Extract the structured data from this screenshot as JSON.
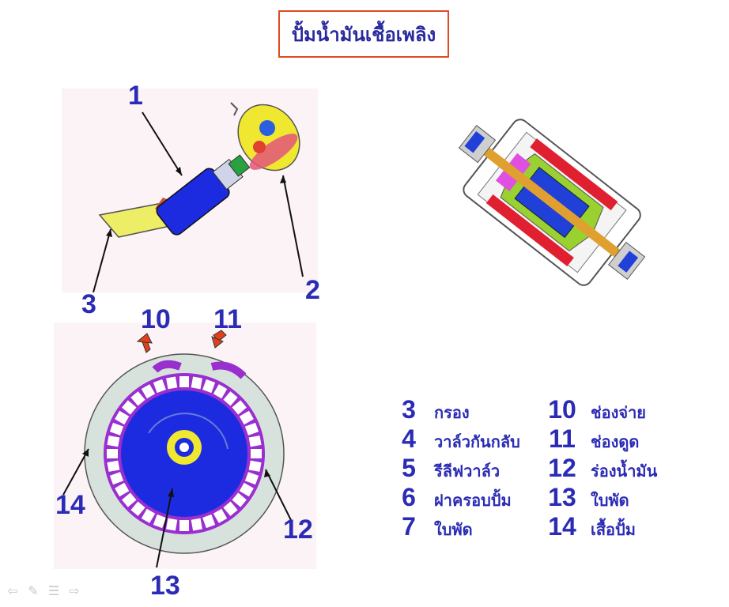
{
  "title": "ปั้มน้ำมันเชื้อเพลิง",
  "callouts": {
    "top_left": {
      "n1": "1",
      "n2": "2",
      "n3": "3"
    },
    "bottom_left": {
      "n10": "10",
      "n11": "11",
      "n12": "12",
      "n13": "13",
      "n14": "14"
    }
  },
  "legend": [
    {
      "num": "3",
      "label": "กรอง"
    },
    {
      "num": "4",
      "label": "วาล์วกันกลับ"
    },
    {
      "num": "5",
      "label": "รีลีฟวาล์ว"
    },
    {
      "num": "6",
      "label": "ฝาครอบปั้ม"
    },
    {
      "num": "7",
      "label": "ใบพัด"
    },
    {
      "num": "10",
      "label": "ช่องจ่าย"
    },
    {
      "num": "11",
      "label": "ช่องดูด"
    },
    {
      "num": "12",
      "label": "ร่องน้ำมัน"
    },
    {
      "num": "13",
      "label": "ใบพัด"
    },
    {
      "num": "14",
      "label": "เสื้อปั้ม"
    }
  ],
  "nav_icons": [
    "arrow-left-icon",
    "pen-icon",
    "menu-icon",
    "arrow-right-icon"
  ],
  "colors": {
    "label_blue": "#2b2bb5",
    "title_border": "#e04a20",
    "pump_blue": "#1d2be0",
    "purple": "#9a2fd0"
  }
}
